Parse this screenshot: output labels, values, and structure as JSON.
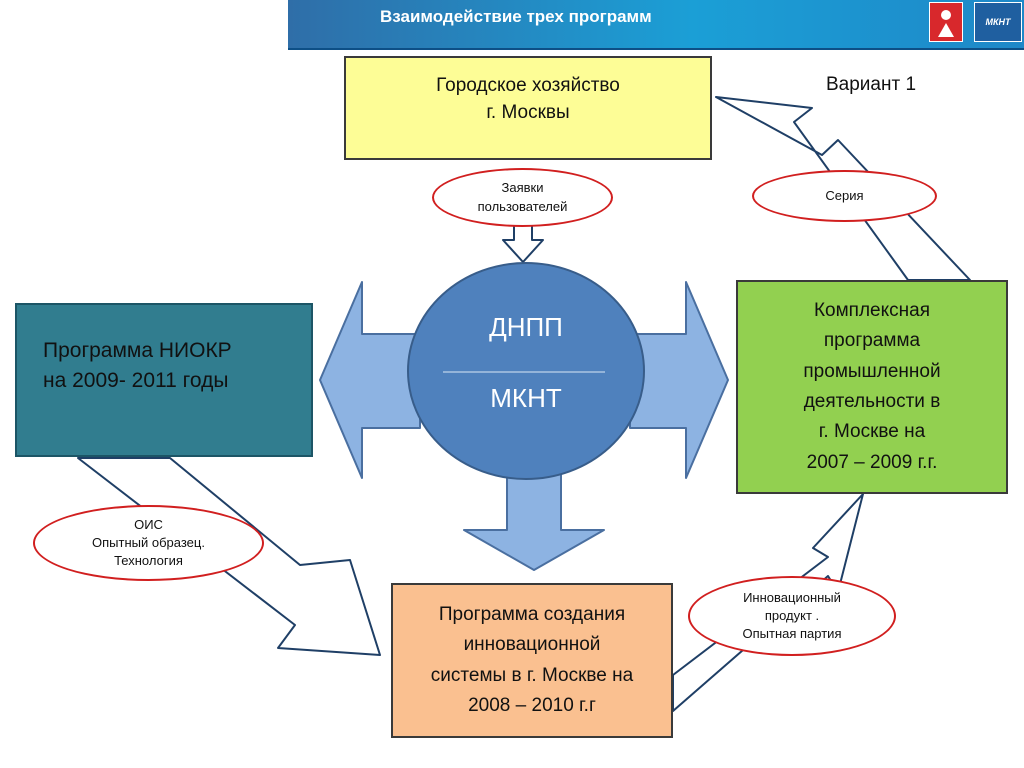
{
  "header": {
    "title": "Взаимодействие трех программ",
    "logo_text": "МКНТ"
  },
  "variant_label": "Вариант 1",
  "boxes": {
    "city": "Городское хозяйство\nг. Москвы",
    "niokr": "Программа НИОКР\nна 2009- 2011 годы",
    "complex": "Комплексная\nпрограмма\nпромышленной\nдеятельности в\nг. Москве на\n2007 – 2009 г.г.",
    "innov": "Программа создания\nинновационной\nсистемы в г. Москве на\n2008 – 2010 г.г"
  },
  "center": {
    "top": "ДНПП",
    "bottom": "МКНТ"
  },
  "labels": {
    "zayavki": "Заявки\nпользователей",
    "seria": "Серия",
    "ois": "ОИС\nОпытный образец.\nТехнология",
    "product": "Инновационный\nпродукт .\nОпытная партия"
  },
  "colors": {
    "header": "#1b9fd6",
    "city": "#fdfd96",
    "niokr": "#317d8f",
    "complex": "#92d050",
    "innov": "#fac090",
    "circle": "#4f81bd",
    "arrow_fill": "#8db3e2",
    "ellipse_border": "#d11f1f",
    "outline_arrow": "#1f3f66"
  }
}
